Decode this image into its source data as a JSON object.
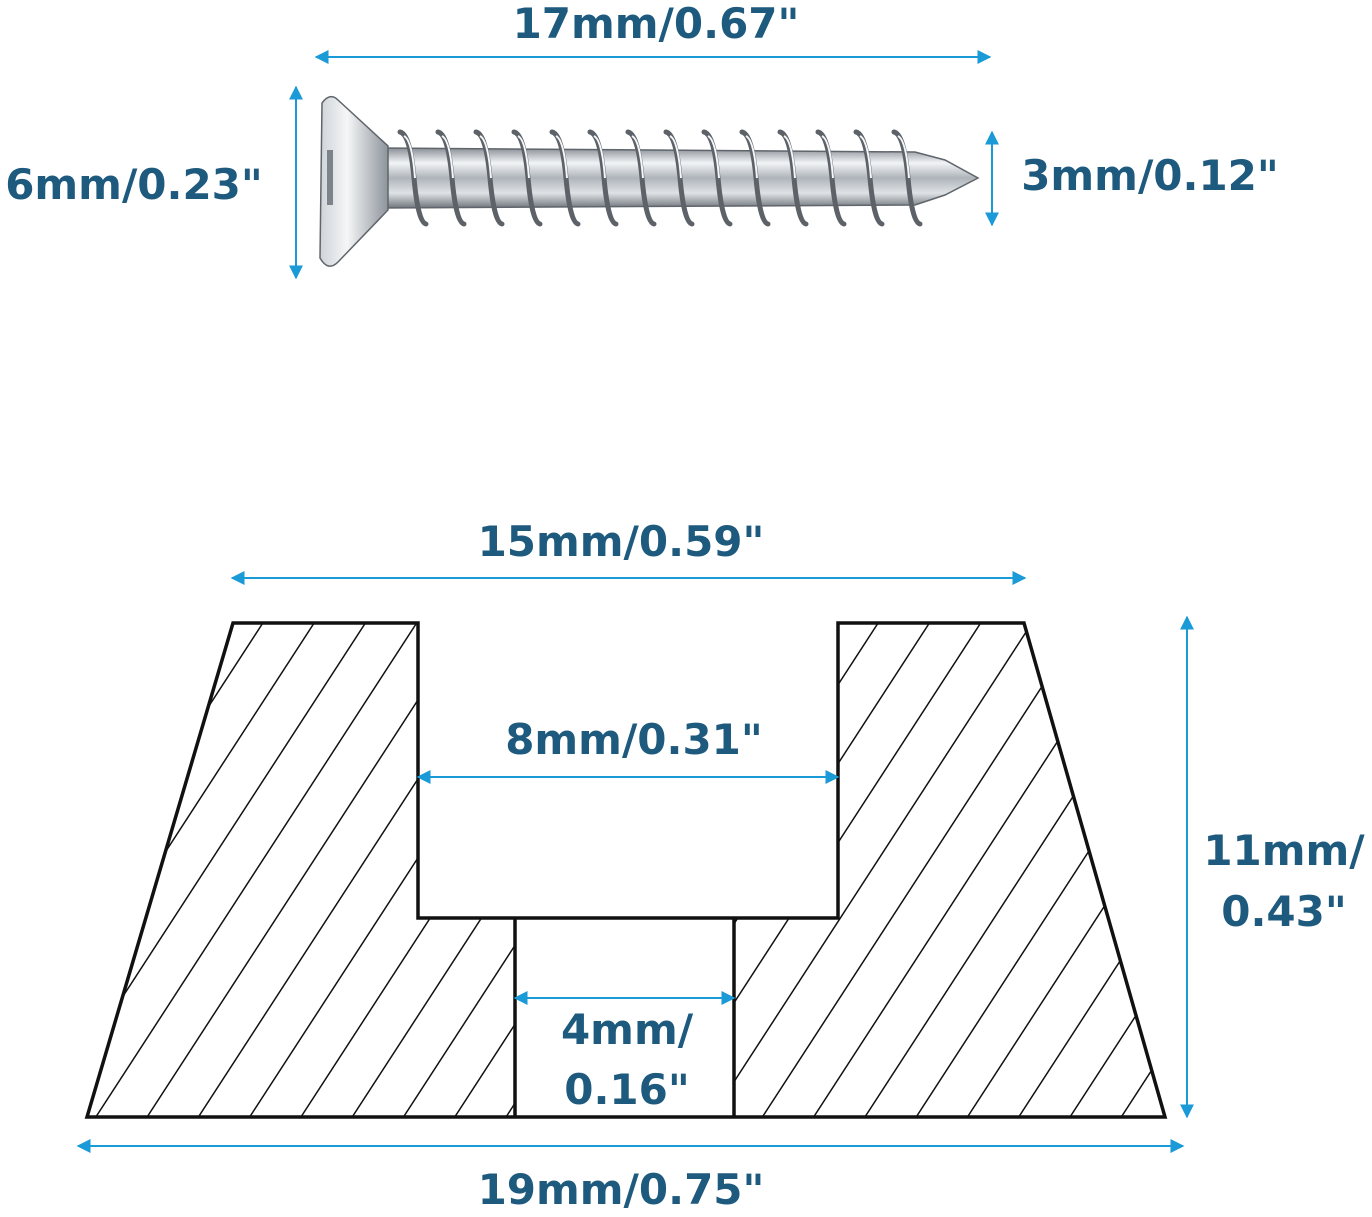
{
  "colors": {
    "dimension_line": "#1a9ad6",
    "dimension_text": "#1e5a7e",
    "outline": "#111111",
    "hatch": "#111111",
    "screw_metal": "#b9bec4"
  },
  "screw": {
    "length_label": "17mm/0.67\"",
    "head_diameter_label": "6mm/0.23\"",
    "shank_diameter_label": "3mm/0.12\""
  },
  "bumper": {
    "top_width_label": "15mm/0.59\"",
    "counterbore_width_label": "8mm/0.31\"",
    "hole_width_label_line1": "4mm/",
    "hole_width_label_line2": "0.16\"",
    "height_label_line1": "11mm/",
    "height_label_line2": "0.43\"",
    "bottom_width_label": "19mm/0.75\""
  }
}
